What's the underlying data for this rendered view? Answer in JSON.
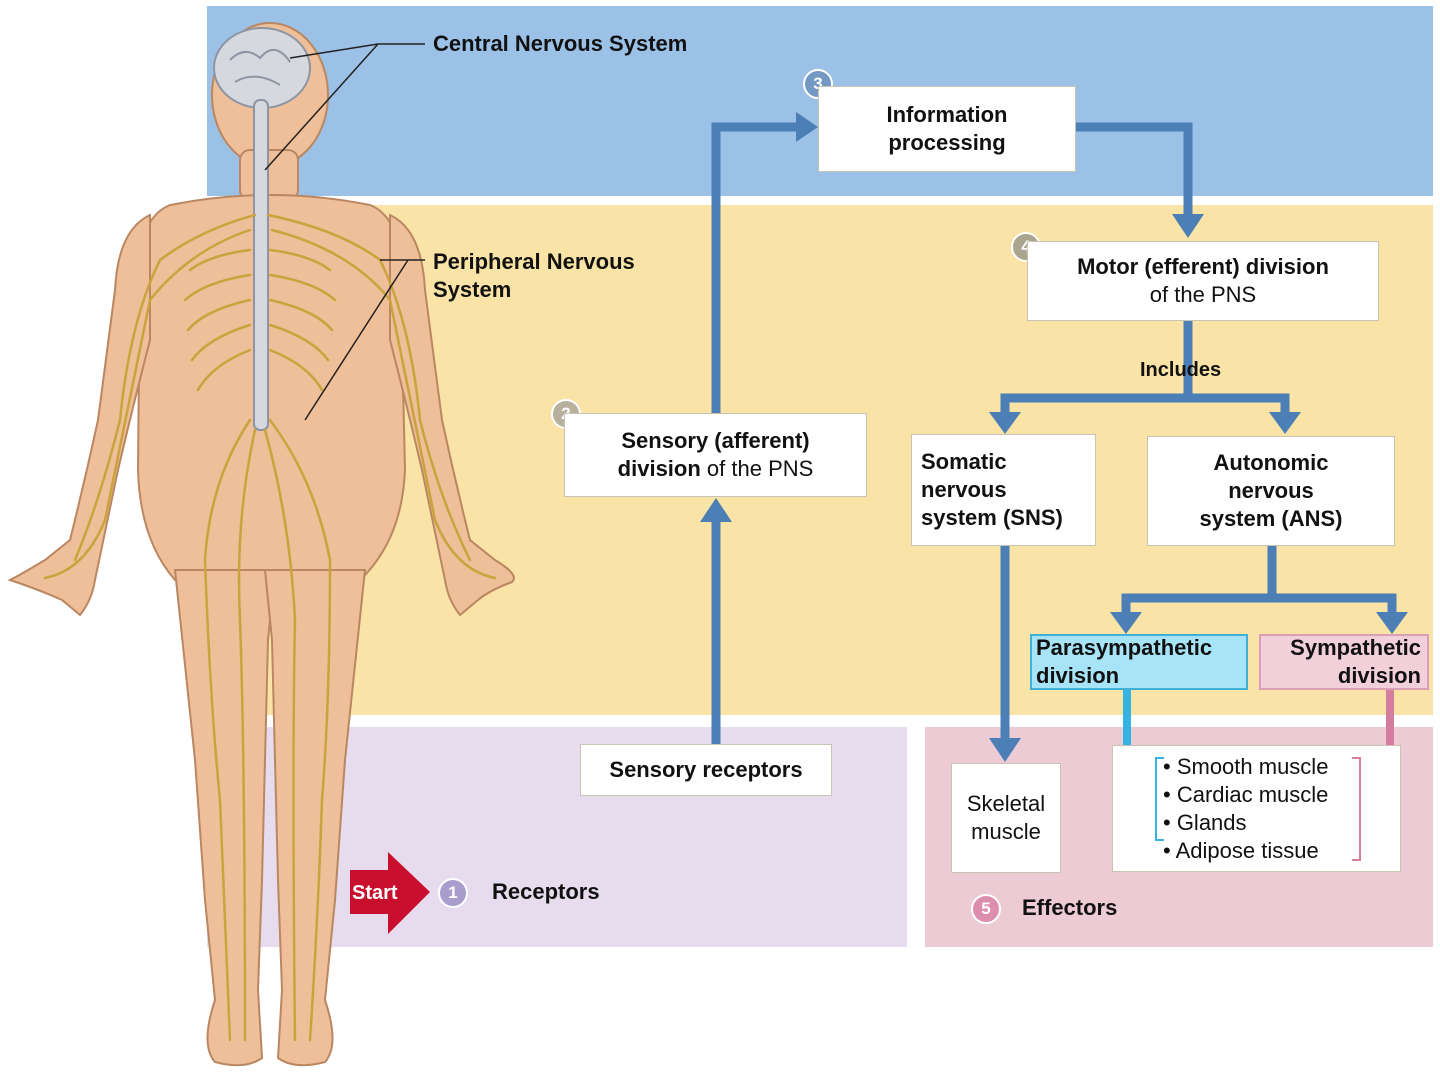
{
  "colors": {
    "cns_band": "#9cc1e6",
    "pns_band": "#fae3a6",
    "receptor_band": "#e6dcee",
    "effector_band": "#edcbd4",
    "arrow_blue": "#4b7fb5",
    "parasympathetic_fill": "#a8e4f7",
    "parasympathetic_arrow": "#35b4e2",
    "sympathetic_fill": "#f1d0d9",
    "sympathetic_arrow": "#d47d9f",
    "start_red": "#c8102e"
  },
  "labels": {
    "cns": "Central Nervous System",
    "pns_line1": "Peripheral Nervous",
    "pns_line2": "System",
    "includes": "Includes",
    "start": "Start",
    "receptors": "Receptors",
    "effectors": "Effectors"
  },
  "steps": {
    "s1": "1",
    "s2": "2",
    "s3": "3",
    "s4": "4",
    "s5": "5"
  },
  "boxes": {
    "info_processing": {
      "line1": "Information",
      "line2": "processing"
    },
    "motor_division": {
      "line1": "Motor (efferent) division",
      "line2": "of the PNS"
    },
    "sensory_division": {
      "line1": "Sensory (afferent)",
      "line2_bold": "division",
      "line2_rest": " of the PNS"
    },
    "somatic": {
      "line1": "Somatic",
      "line2": "nervous",
      "line3": "system (SNS)"
    },
    "autonomic": {
      "line1": "Autonomic",
      "line2": "nervous",
      "line3": "system (ANS)"
    },
    "parasympathetic": {
      "line1": "Parasympathetic",
      "line2": "division"
    },
    "sympathetic": {
      "line1": "Sympathetic",
      "line2": "division"
    },
    "sensory_receptors": "Sensory receptors",
    "skeletal_muscle": {
      "line1": "Skeletal",
      "line2": "muscle"
    },
    "autonomic_effectors": [
      "• Smooth muscle",
      "• Cardiac muscle",
      "• Glands",
      "• Adipose tissue"
    ]
  }
}
